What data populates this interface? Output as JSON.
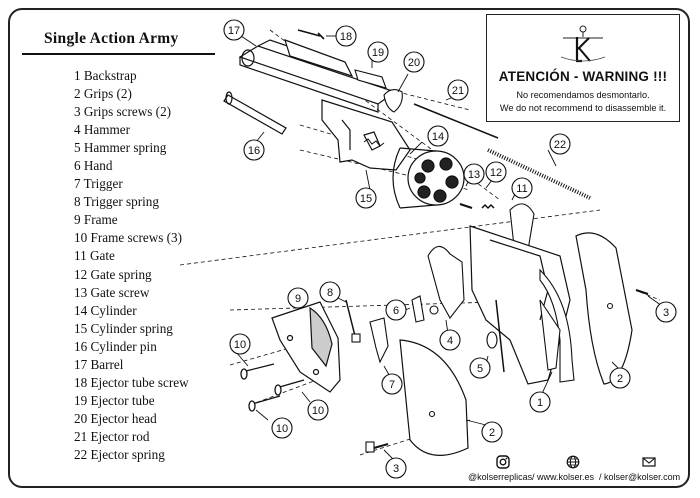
{
  "parts_title": "Single Action Army",
  "parts": [
    "1 Backstrap",
    "2 Grips (2)",
    "3 Grips screws (2)",
    "4 Hammer",
    "5 Hammer spring",
    "6 Hand",
    "7 Trigger",
    "8 Trigger spring",
    "9 Frame",
    "10 Frame screws (3)",
    "11 Gate",
    "12 Gate spring",
    "13 Gate screw",
    "14 Cylinder",
    "15 Cylinder spring",
    "16 Cylinder pin",
    "17 Barrel",
    "18 Ejector tube screw",
    "19 Ejector tube",
    "20 Ejector head",
    "21 Ejector rod",
    "22 Ejector spring"
  ],
  "warning": {
    "title": "ATENCIÓN - WARNING !!!",
    "line_es": "No recomendamos desmontarlo.",
    "line_en": "We do not recommend to disassemble it.",
    "logo": "kolser-k-logo"
  },
  "contact": {
    "instagram": "@kolserreplicas",
    "sep1": "/",
    "website": "www.kolser.es",
    "sep2": "/",
    "email": "kolser@kolser.com"
  },
  "callouts": [
    "1",
    "2",
    "2",
    "3",
    "3",
    "4",
    "5",
    "6",
    "7",
    "8",
    "9",
    "10",
    "10",
    "10",
    "11",
    "12",
    "13",
    "14",
    "15",
    "16",
    "17",
    "18",
    "19",
    "20",
    "21",
    "22"
  ]
}
